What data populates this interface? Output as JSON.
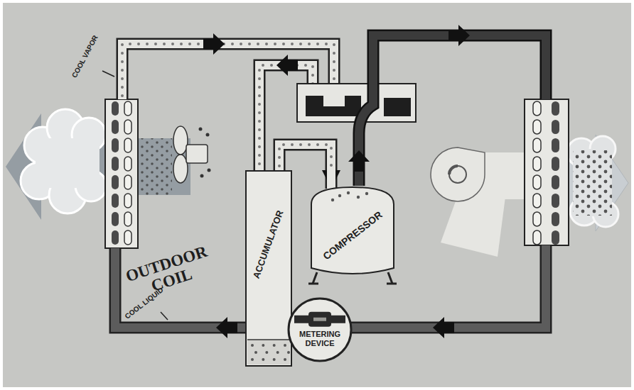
{
  "diagram": {
    "nodes": [
      {
        "text": [
          "ACCUMULATOR"
        ]
      },
      {
        "text": [
          "COMPRESSOR"
        ]
      },
      {
        "text": [
          "METERING DEVICE"
        ]
      }
    ],
    "edges": [
      {
        "from": 0,
        "to": 1,
        "arrow": "to"
      }
    ],
    "labels": [
      "COOL VAPOR",
      "OUTDOOR COIL",
      "COOL LIQUID"
    ]
  }
}
